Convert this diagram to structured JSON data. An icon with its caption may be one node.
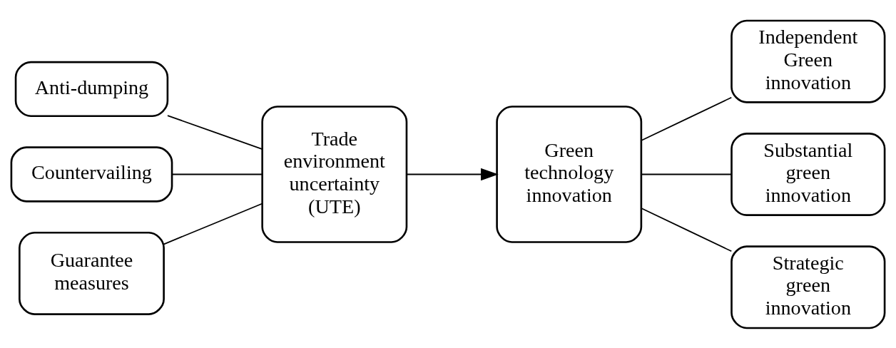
{
  "diagram": {
    "nodes": [
      {
        "text": [
          "Anti-dumping"
        ]
      },
      {
        "text": [
          "Countervailing"
        ]
      },
      {
        "text": [
          "Guarantee measures"
        ]
      },
      {
        "text": [
          "Trade environment uncertainty (UTE)"
        ]
      },
      {
        "text": [
          "Green technology innovation"
        ]
      },
      {
        "text": [
          "Independent Green innovation"
        ]
      },
      {
        "text": [
          "Substantial green innovation"
        ]
      },
      {
        "text": [
          "Strategic green innovation"
        ]
      }
    ],
    "edges": [
      {
        "from": 0,
        "to": 3,
        "arrow": "none"
      },
      {
        "from": 1,
        "to": 3,
        "arrow": "none"
      },
      {
        "from": 2,
        "to": 3,
        "arrow": "none"
      },
      {
        "from": 3,
        "to": 4,
        "arrow": "to"
      },
      {
        "from": 4,
        "to": 5,
        "arrow": "none"
      },
      {
        "from": 4,
        "to": 6,
        "arrow": "none"
      },
      {
        "from": 4,
        "to": 7,
        "arrow": "none"
      }
    ]
  }
}
